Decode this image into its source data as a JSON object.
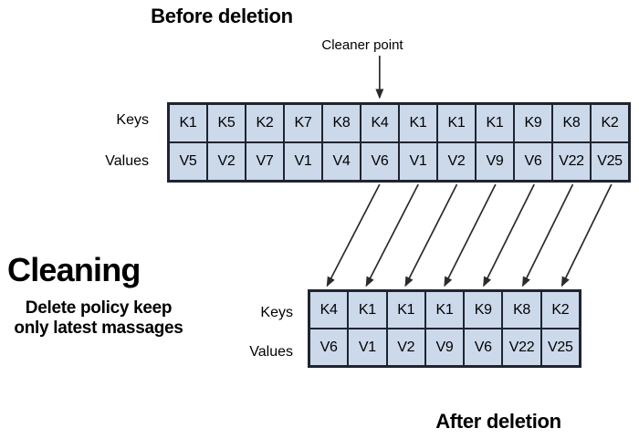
{
  "titles": {
    "before": "Before deletion",
    "after": "After deletion"
  },
  "cleaner": {
    "label": "Cleaner point"
  },
  "cleaning": {
    "heading": "Cleaning",
    "subtitle_line1": "Delete policy keep",
    "subtitle_line2": "only latest massages"
  },
  "row_labels": {
    "keys": "Keys",
    "values": "Values"
  },
  "before_table": {
    "keys": [
      "K1",
      "K5",
      "K2",
      "K7",
      "K8",
      "K4",
      "K1",
      "K1",
      "K1",
      "K9",
      "K8",
      "K2"
    ],
    "values": [
      "V5",
      "V2",
      "V7",
      "V1",
      "V4",
      "V6",
      "V1",
      "V2",
      "V9",
      "V6",
      "V22",
      "V25"
    ]
  },
  "after_table": {
    "keys": [
      "K4",
      "K1",
      "K1",
      "K1",
      "K9",
      "K8",
      "K2"
    ],
    "values": [
      "V6",
      "V1",
      "V2",
      "V9",
      "V6",
      "V22",
      "V25"
    ]
  },
  "arrows": {
    "cleaner_points_to_column": 5,
    "retained_mapping": [
      [
        5,
        0
      ],
      [
        6,
        1
      ],
      [
        7,
        2
      ],
      [
        8,
        3
      ],
      [
        9,
        4
      ],
      [
        10,
        5
      ],
      [
        11,
        6
      ]
    ]
  },
  "colors": {
    "background": "#ffffff",
    "cell_fill": "#ccd9ea",
    "border": "#1f2430",
    "arrow": "#2b2b2b",
    "text": "#000000"
  }
}
